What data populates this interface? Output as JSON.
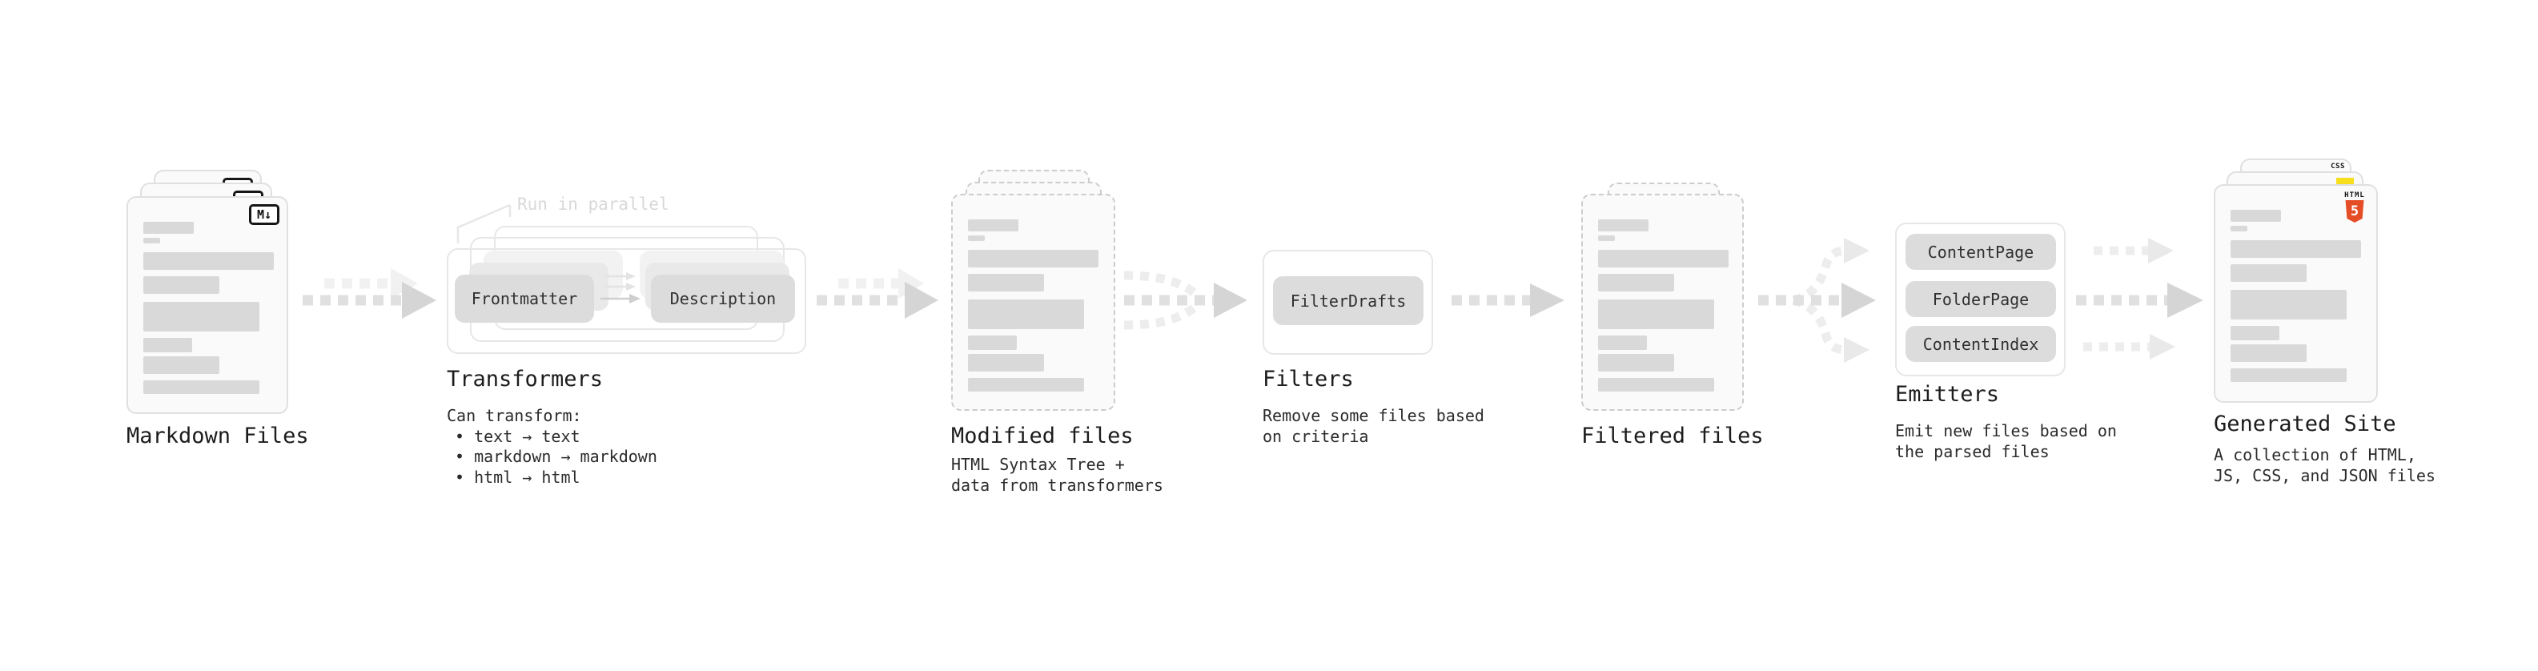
{
  "stages": {
    "markdown_files": {
      "title": "Markdown Files",
      "icon_label": "M↓"
    },
    "transformers": {
      "title": "Transformers",
      "annotation": "Run in parallel",
      "buttons": [
        "Frontmatter",
        "Description"
      ],
      "desc_heading": "Can transform:",
      "bullets": [
        "• text → text",
        "• markdown → markdown",
        "• html → html"
      ]
    },
    "modified_files": {
      "title": "Modified files",
      "desc_line1": "HTML Syntax Tree +",
      "desc_line2": "data from transformers"
    },
    "filters": {
      "title": "Filters",
      "button": "FilterDrafts",
      "desc_line1": "Remove some files based",
      "desc_line2": "on criteria"
    },
    "filtered_files": {
      "title": "Filtered files"
    },
    "emitters": {
      "title": "Emitters",
      "buttons": [
        "ContentPage",
        "FolderPage",
        "ContentIndex"
      ],
      "desc_line1": "Emit new files based on",
      "desc_line2": "the parsed files"
    },
    "generated_site": {
      "title": "Generated Site",
      "desc_line1": "A collection of HTML,",
      "desc_line2": "JS, CSS, and JSON files",
      "badges": {
        "html_label": "HTML",
        "html_number": "5",
        "css_label": "CSS"
      }
    }
  },
  "colors": {
    "card-bg": "#fafafa",
    "card-border": "#e0e0e0",
    "dash-border": "#cccccc",
    "outline": "#e7e7e7",
    "skeleton": "#d9d9d9",
    "btn-bg": "#dcdcdc",
    "btn-text": "#303030",
    "ghost1": "#e9e9e9",
    "ghost2": "#f2f2f2",
    "title": "#1c1c1c",
    "body": "#2b2b2b",
    "annotation": "#d8d8d8",
    "arrow-dash": "#e0e0e0",
    "arrow-head": "#d5d5d5",
    "arrow-light": "#ededed",
    "arrow-light-head": "#e9e9e9",
    "arrow-ghost": "#f1f1f1",
    "html-orange": "#e44d26",
    "js-yellow": "#f7df1e",
    "css-blue": "#2b6ff3"
  }
}
